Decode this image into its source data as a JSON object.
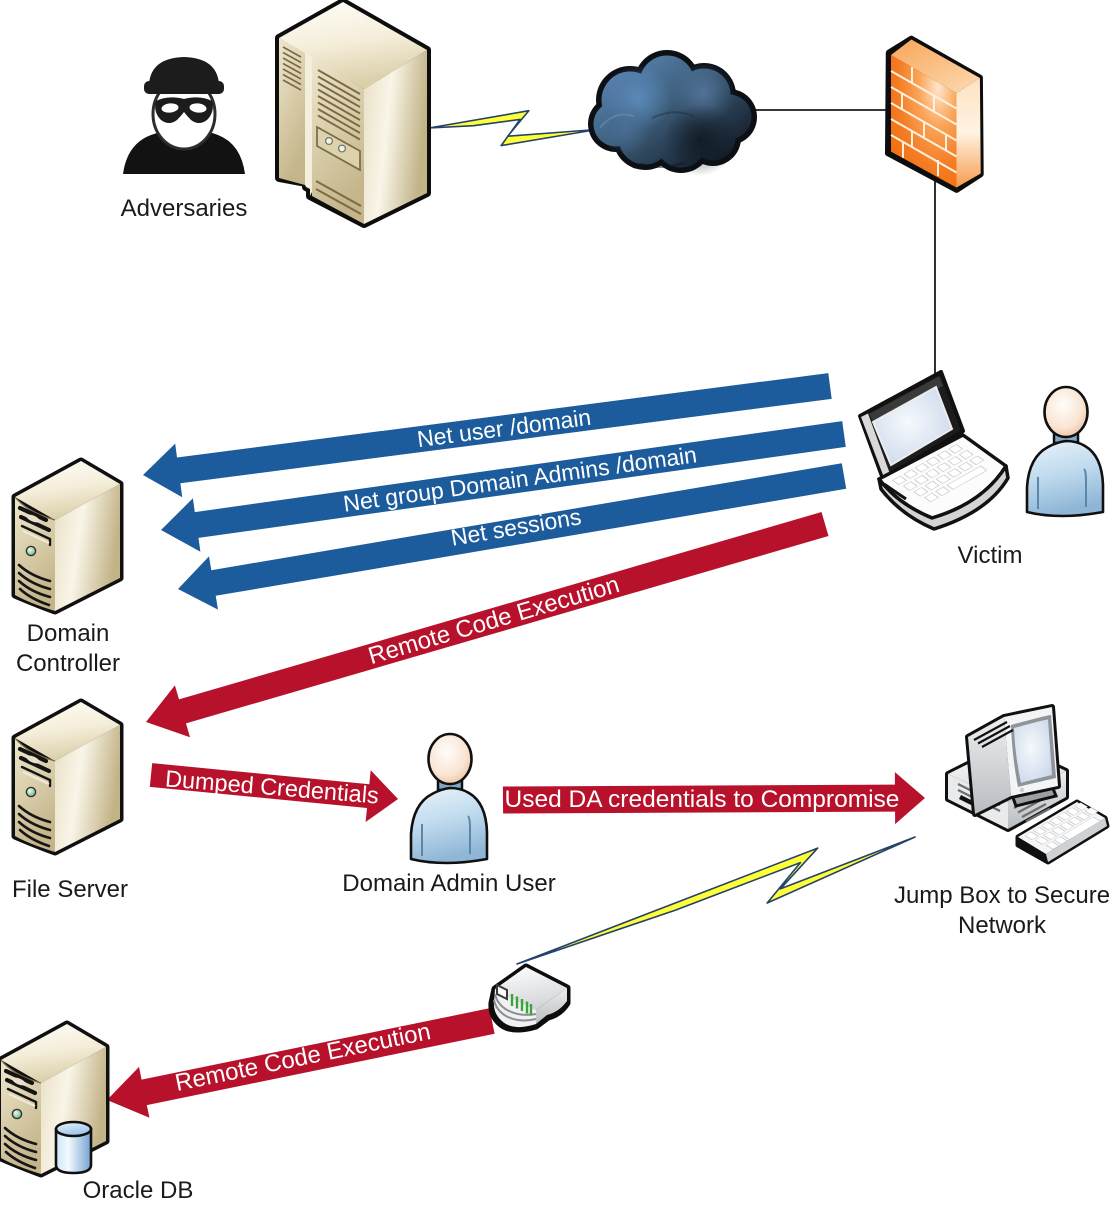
{
  "title": "Network attack path diagram",
  "colors": {
    "background": "#ffffff",
    "arrow_blue": "#1d5c9c",
    "arrow_red": "#b8112b",
    "label_text": "#1a1a1a",
    "arrow_text": "#ffffff",
    "bolt_yellow": "#ffff37",
    "bolt_outline": "#24426b",
    "cloud_dark": "#1c2b3d",
    "firewall_orange": "#f4731a",
    "server_beige": "#d9cda8"
  },
  "nodes": {
    "adversaries": {
      "label": "Adversaries",
      "icon": "burglar-icon"
    },
    "adversary_server": {
      "label": "",
      "icon": "mainframe-server-icon"
    },
    "internet_cloud": {
      "label": "",
      "icon": "cloud-icon"
    },
    "firewall": {
      "label": "",
      "icon": "firewall-icon"
    },
    "victim": {
      "label": "Victim",
      "icon": "laptop-icon"
    },
    "domain_controller": {
      "label": "Domain\nController",
      "icon": "server-tower-icon"
    },
    "file_server": {
      "label": "File Server",
      "icon": "server-tower-icon"
    },
    "domain_admin_user": {
      "label": "Domain Admin User",
      "icon": "person-icon"
    },
    "jump_box": {
      "label": "Jump Box to Secure\nNetwork",
      "icon": "desktop-computer-icon"
    },
    "router": {
      "label": "",
      "icon": "router-icon"
    },
    "oracle_db": {
      "label": "Oracle DB",
      "icon": "database-server-icon"
    }
  },
  "edges": {
    "net_user": {
      "label": "Net user /domain",
      "from": "victim",
      "to": "domain_controller",
      "color": "blue"
    },
    "net_group": {
      "label": "Net group Domain Admins /domain",
      "from": "victim",
      "to": "domain_controller",
      "color": "blue"
    },
    "net_sessions": {
      "label": "Net sessions",
      "from": "victim",
      "to": "domain_controller",
      "color": "blue"
    },
    "rce_victim_fileserver": {
      "label": "Remote Code Execution",
      "from": "victim",
      "to": "file_server",
      "color": "red"
    },
    "dumped_credentials": {
      "label": "Dumped Credentials",
      "from": "file_server",
      "to": "domain_admin_user",
      "color": "red"
    },
    "used_da_credentials": {
      "label": "Used DA credentials to Compromise",
      "from": "domain_admin_user",
      "to": "jump_box",
      "color": "red"
    },
    "rce_router_oracle": {
      "label": "Remote Code Execution",
      "from": "router",
      "to": "oracle_db",
      "color": "red"
    },
    "adversary_to_cloud": {
      "label": "",
      "type": "lightning-bolt"
    },
    "cloud_to_firewall": {
      "label": "",
      "type": "line"
    },
    "firewall_to_victim": {
      "label": "",
      "type": "line"
    },
    "jumpbox_to_router": {
      "label": "",
      "type": "lightning-bolt"
    }
  }
}
